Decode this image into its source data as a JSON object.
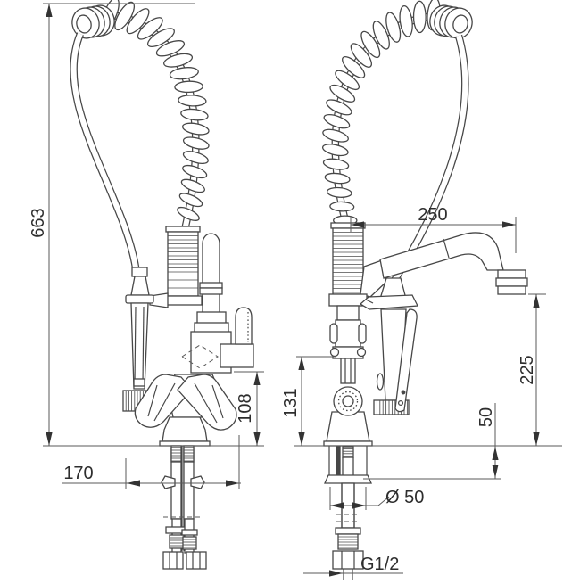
{
  "drawing": {
    "subject": "pre-rinse faucet with spring hose and hand spray, front and side views",
    "colors": {
      "line": "#474747",
      "dimension": "#5a5a5a",
      "background": "#ffffff"
    },
    "dimensions": {
      "overall_height": "663",
      "front_width": "170",
      "front_body_height": "108",
      "side_body_height": "131",
      "spout_reach": "250",
      "spout_outlet_height": "225",
      "deck_thickness": "50",
      "base_diameter": "Ø 50",
      "inlet_thread": "G1/2"
    }
  }
}
